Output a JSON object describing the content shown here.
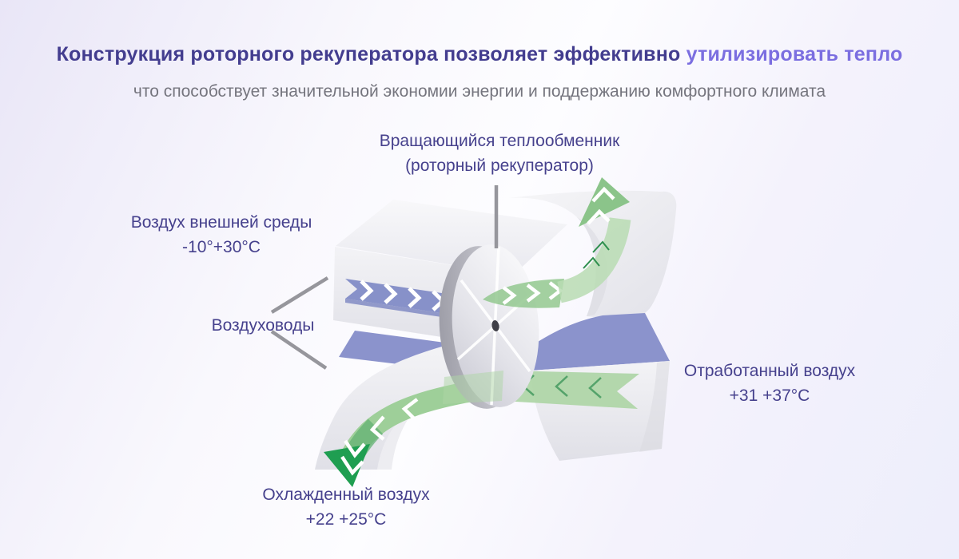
{
  "header": {
    "title_main": "Конструкция роторного рекуператора позволяет эффективно ",
    "title_accent": "утилизировать тепло",
    "subtitle": "что способствует значительной экономии энергии и поддержанию комфортного климата"
  },
  "labels": {
    "rotor": {
      "line1": "Вращающийся теплообменник",
      "line2": "(роторный рекуператор)"
    },
    "outdoor": {
      "line1": "Воздух внешней среды",
      "line2": "-10°+30°C"
    },
    "ducts": {
      "text": "Воздуховоды"
    },
    "exhaust": {
      "line1": "Отработанный воздух",
      "line2": "+31 +37°C"
    },
    "cooled": {
      "line1": "Охлажденный воздух",
      "line2": "+22 +25°C"
    }
  },
  "diagram": {
    "flows": [
      {
        "name": "outdoor-air",
        "icon": "chevron-right-icon",
        "color": "#8791c9",
        "direction": "right-into-rotor"
      },
      {
        "name": "supply-air",
        "icon": "arrow-up-icon",
        "color": "#8bc48a",
        "direction": "up-right-out"
      },
      {
        "name": "exhaust-air",
        "icon": "chevron-left-icon",
        "color": "#aed5a6",
        "direction": "left-into-rotor"
      },
      {
        "name": "cooled-air",
        "icon": "arrow-down-icon",
        "color": "#1f9e51",
        "direction": "down-left-out"
      }
    ],
    "parts": [
      "rotary-wheel",
      "upper-duct",
      "lower-duct",
      "supply-outlet-duct",
      "cooled-outlet-duct"
    ]
  },
  "palette": {
    "title_dark": "#433d8f",
    "title_accent": "#7b6ee0",
    "subtitle_gray": "#75757e",
    "label_purple": "#46418d",
    "duct_gray": "#ececf1",
    "cold_air_blue": "#8791c9",
    "warm_air_green": "#aed5a6",
    "arrow_green_dark": "#1f9e51",
    "pointer_gray": "#96969c"
  }
}
